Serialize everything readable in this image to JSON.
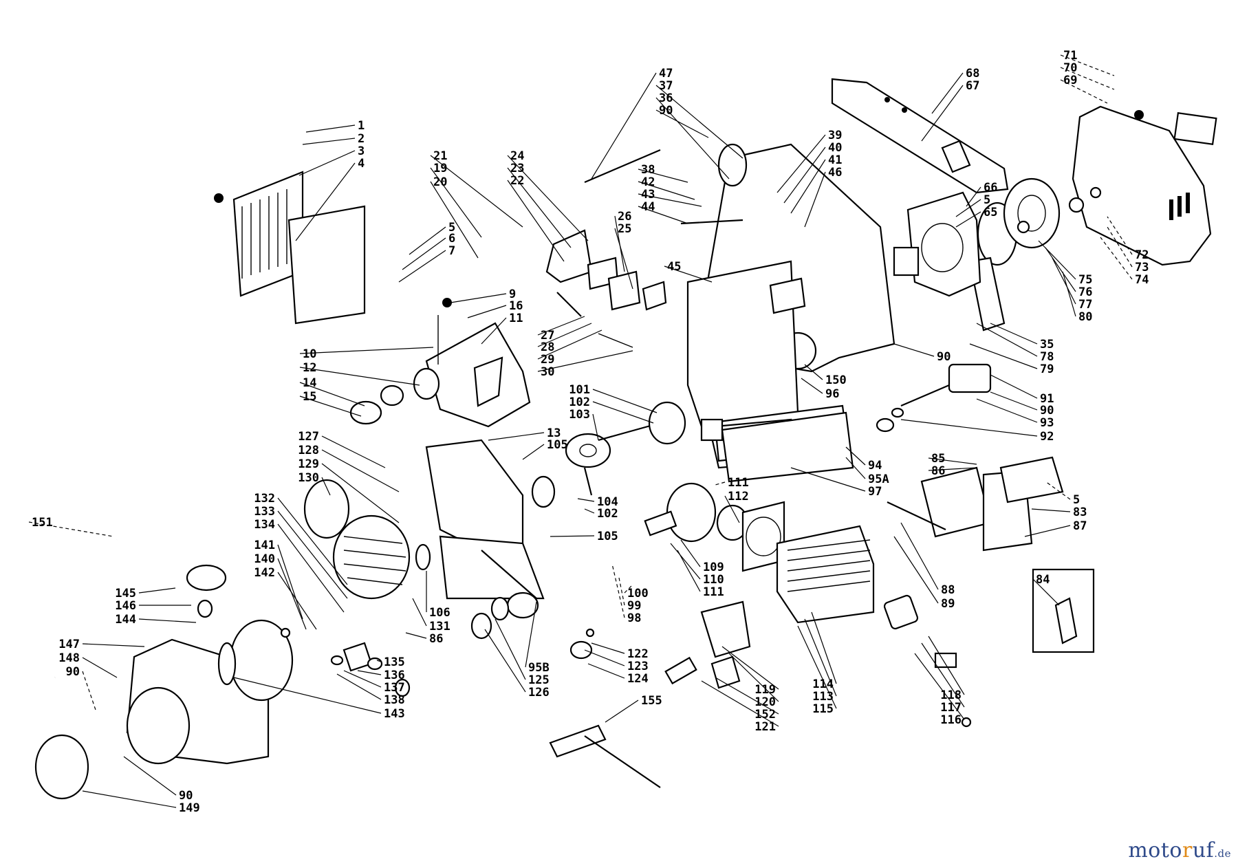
{
  "diagram": {
    "callouts": [
      "1",
      "2",
      "3",
      "4",
      "5",
      "6",
      "7",
      "9",
      "16",
      "11",
      "10",
      "12",
      "14",
      "15",
      "21",
      "19",
      "20",
      "24",
      "23",
      "22",
      "26",
      "25",
      "27",
      "28",
      "29",
      "30",
      "47",
      "37",
      "36",
      "90",
      "38",
      "42",
      "43",
      "44",
      "39",
      "40",
      "41",
      "46",
      "45",
      "68",
      "67",
      "71",
      "70",
      "69",
      "66",
      "5",
      "65",
      "72",
      "73",
      "74",
      "75",
      "76",
      "77",
      "80",
      "35",
      "78",
      "79",
      "90",
      "91",
      "90",
      "93",
      "92",
      "150",
      "96",
      "101",
      "102",
      "103",
      "13",
      "105",
      "104",
      "102",
      "105",
      "127",
      "128",
      "129",
      "130",
      "151",
      "132",
      "133",
      "134",
      "141",
      "140",
      "142",
      "145",
      "146",
      "144",
      "147",
      "148",
      "90",
      "106",
      "131",
      "86",
      "135",
      "136",
      "137",
      "138",
      "143",
      "95B",
      "125",
      "126",
      "100",
      "99",
      "98",
      "122",
      "123",
      "124",
      "111",
      "112",
      "109",
      "110",
      "111",
      "94",
      "95A",
      "97",
      "85",
      "86",
      "5",
      "83",
      "87",
      "88",
      "89",
      "84",
      "114",
      "113",
      "115",
      "119",
      "120",
      "152",
      "121",
      "118",
      "117",
      "116",
      "155",
      "90",
      "149"
    ]
  },
  "watermark": {
    "part1": "moto",
    "part2": "r",
    "part3": "uf",
    "tld": ".de"
  }
}
